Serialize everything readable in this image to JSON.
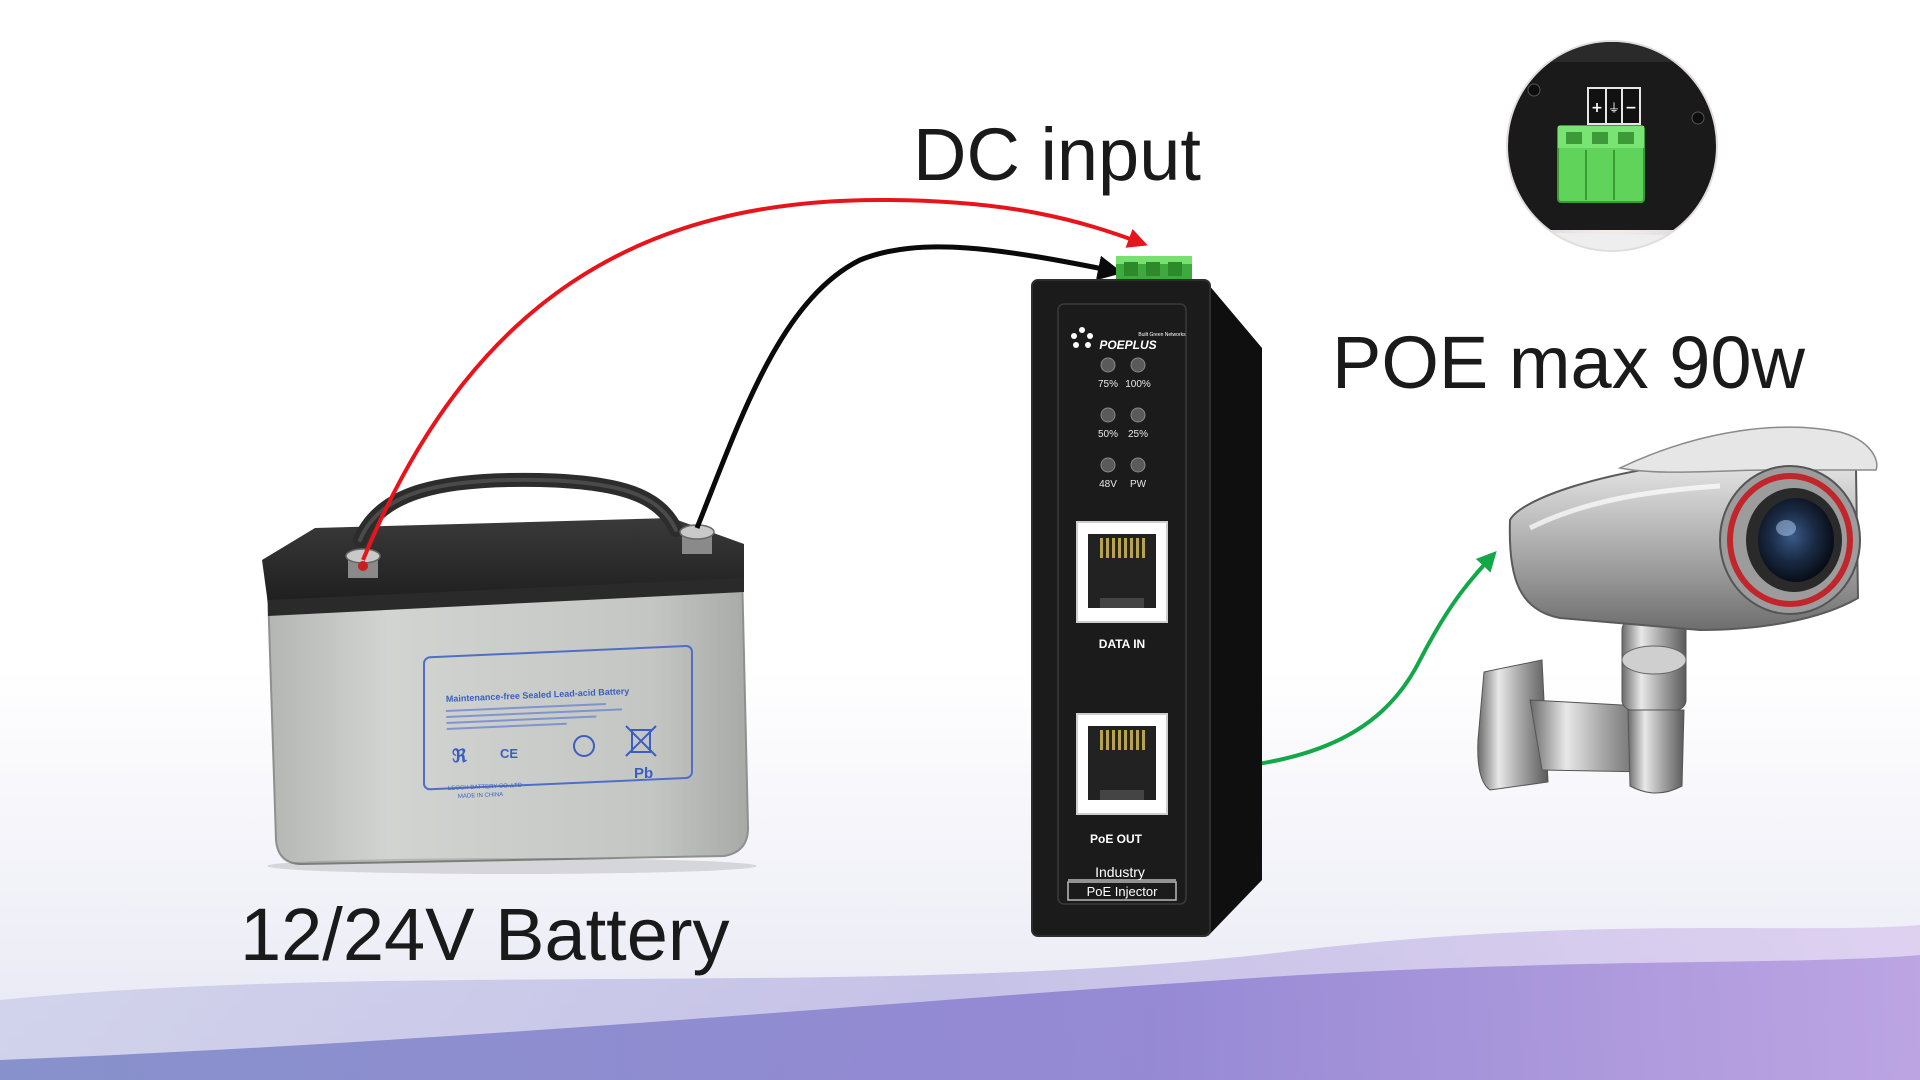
{
  "labels": {
    "dc_input": "DC input",
    "poe_max": "POE max 90w",
    "battery": "12/24V Battery"
  },
  "injector": {
    "brand": "POEPLUS",
    "tagline": "Built Green Networks",
    "leds": [
      "75%",
      "100%",
      "50%",
      "25%",
      "48V",
      "PW"
    ],
    "port_in": "DATA IN",
    "port_out": "PoE OUT",
    "badge_line1": "Industry",
    "badge_line2": "PoE Injector"
  },
  "battery_label": {
    "title": "Maintenance-free Sealed Lead-acid Battery",
    "maker": "LEOCH BATTERY CO.,LTD",
    "origin": "MADE IN CHINA",
    "ce": "CE",
    "pb": "Pb"
  },
  "terminal_block": {
    "plus": "+",
    "ground": "⏚",
    "minus": "−"
  },
  "colors": {
    "positive_wire": "#e8141b",
    "negative_wire": "#0a0a0a",
    "poe_wire": "#12a84a",
    "terminal_green": "#5fd35a",
    "injector_body": "#1b1b1b"
  }
}
